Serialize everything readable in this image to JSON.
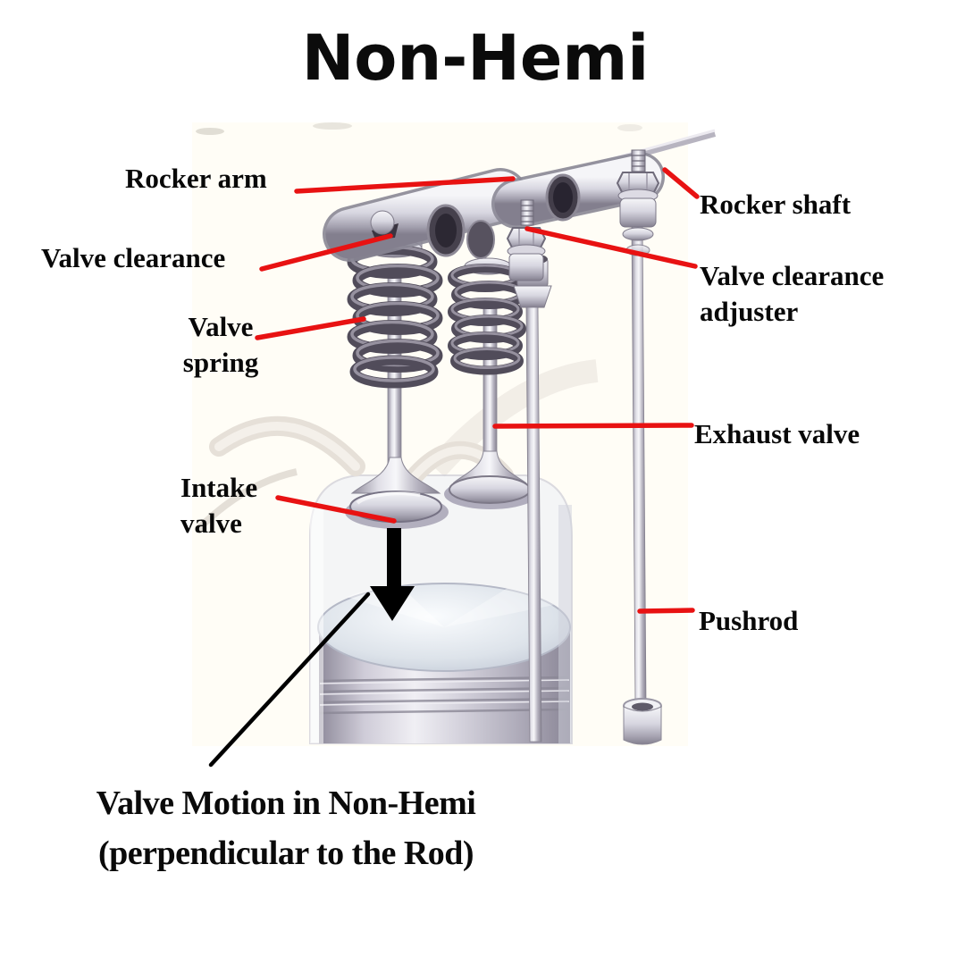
{
  "title": "Non-Hemi",
  "diagram": {
    "subject": "OHV valvetrain cutaway",
    "labels": {
      "rocker_arm": "Rocker arm",
      "valve_clearance": "Valve clearance",
      "valve_spring": "Valve spring",
      "intake_valve": "Intake valve",
      "rocker_shaft": "Rocker shaft",
      "valve_clearance_adjuster": "Valve clearance adjuster",
      "exhaust_valve": "Exhaust valve",
      "pushrod": "Pushrod"
    },
    "caption": {
      "line1": "Valve Motion in Non-Hemi",
      "line2": "(perpendicular to the Rod)"
    },
    "colors": {
      "leader_line": "#e81212",
      "annotation": "#000000",
      "background": "#ffffff"
    }
  }
}
